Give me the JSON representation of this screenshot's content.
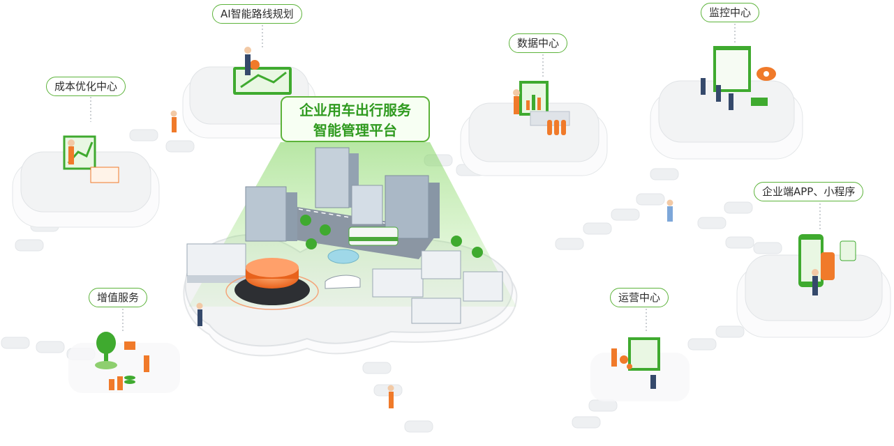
{
  "center": {
    "title_line1": "企业用车出行服务",
    "title_line2": "智能管理平台"
  },
  "modules": {
    "ai_route": "AI智能路线规划",
    "cost": "成本优化中心",
    "data": "数据中心",
    "monitor": "监控中心",
    "app": "企业端APP、小程序",
    "operation": "运营中心",
    "value_added": "增值服务"
  },
  "colors": {
    "accent": "#5cb33a",
    "accent_dark": "#2f9a1f",
    "platform": "#f2f3f4",
    "orange": "#f07a2a",
    "building": "#9fb0c0"
  }
}
